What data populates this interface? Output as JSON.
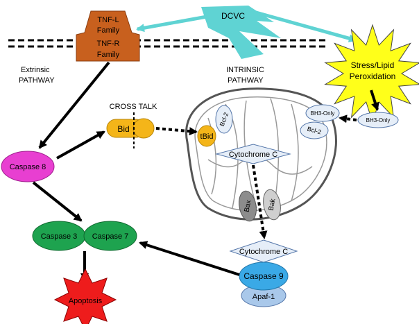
{
  "labels": {
    "dcvc": "DCVC",
    "tnf_l": "TNF-L",
    "tnf_l_family": "Family",
    "tnf_r": "TNF-R",
    "tnf_r_family": "Family",
    "stress_line1": "Stress/Lipid",
    "stress_line2": "Peroxidation",
    "extrinsic_line1": "Extrinsic",
    "extrinsic_line2": "PATHWAY",
    "intrinsic_line1": "INTRINSIC",
    "intrinsic_line2": "PATHWAY",
    "cross_talk": "CROSS TALK",
    "bid": "Bid",
    "tbid": "tBid",
    "bcl2_left": "Bcl-2",
    "bh3_inner": "BH3-Only",
    "bcl2_right": "Bcl-2",
    "bh3_outer": "BH3-Only",
    "cytochrome_inner": "Cytochrome C",
    "bax": "Bax",
    "bak": "Bak",
    "cytochrome_outer": "Cytochrome C",
    "caspase8": "Caspase 8",
    "caspase3": "Caspase 3",
    "caspase7": "Caspase 7",
    "caspase9": "Caspase 9",
    "apaf1": "Apaf-1",
    "apoptosis": "Apoptosis"
  },
  "colors": {
    "dcvc": "#5fd3d3",
    "tnf": "#c8601e",
    "stress": "#ffff1a",
    "caspase8": "#e83fd1",
    "caspases": "#1ea34f",
    "caspase9": "#3aa9e6",
    "apaf1": "#a9c8ea",
    "apoptosis": "#ee1c1c",
    "bid": "#f4b519",
    "bax": "#8c8c8c",
    "bak": "#cfcfcf",
    "pale": "#e6eef8"
  }
}
